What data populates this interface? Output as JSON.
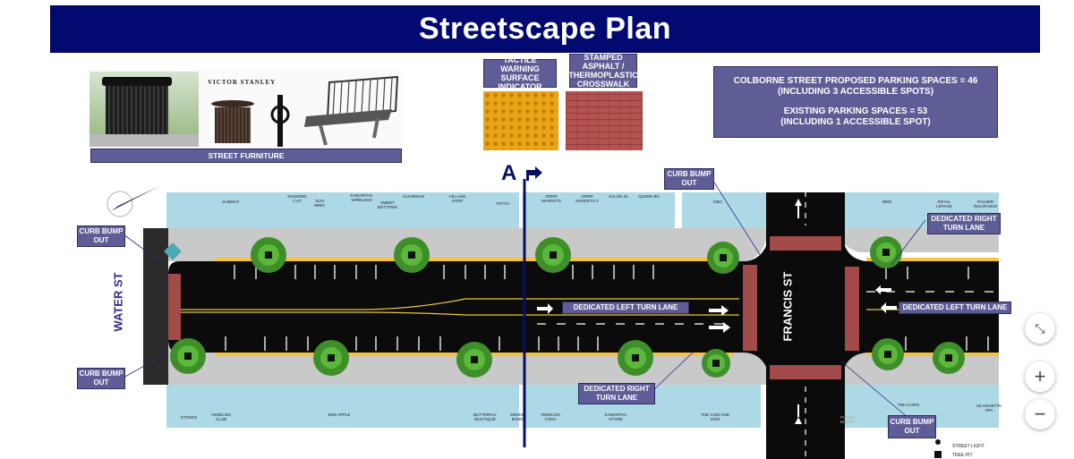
{
  "title": "Streetscape Plan",
  "furniture": {
    "brand": "VICTOR STANLEY",
    "caption": "STREET FURNITURE"
  },
  "tactile_label": "TACTILE WARNING SURFACE INDICATOR",
  "crosswalk_label": "STAMPED ASPHALT / THERMOPLASTIC CROSSWALK",
  "parking": {
    "proposed": "COLBORNE STREET PROPOSED PARKING SPACES = 46",
    "proposed_note": "(INCLUDING 3 ACCESSIBLE SPOTS)",
    "existing": "EXISTING PARKING SPACES = 53",
    "existing_note": "(INCLUDING 1 ACCESSIBLE SPOT)"
  },
  "section_marker": "A",
  "streets": {
    "water": "WATER ST",
    "francis": "FRANCIS ST"
  },
  "labels": {
    "curb_left_top": "CURB BUMP OUT",
    "curb_left_bottom": "CURB BUMP OUT",
    "curb_center_top": "CURB BUMP OUT",
    "curb_right_bottom": "CURB BUMP OUT",
    "left_turn_1": "DEDICATED LEFT TURN LANE",
    "left_turn_2": "DEDICATED LEFT TURN LANE",
    "right_turn_1": "DEDICATED RIGHT TURN LANE",
    "right_turn_2": "DEDICATED RIGHT TURN LANE"
  },
  "shops_top": [
    {
      "name": "SUBWAY"
    },
    {
      "name": "DIAMOND CUT"
    },
    {
      "name": "SUN MING"
    },
    {
      "name": "KAWARTHA WIRELESS"
    },
    {
      "name": "SWEET BOTTOMS"
    },
    {
      "name": "GUARDIAN"
    },
    {
      "name": "VILLAGE SHOP"
    },
    {
      "name": "FETCH"
    },
    {
      "name": "GRRR MARKETS"
    },
    {
      "name": "GRRR MARKETS 2"
    },
    {
      "name": "SALON 31"
    },
    {
      "name": "QUEEN BV"
    },
    {
      "name": "CIBC"
    },
    {
      "name": "BMO"
    },
    {
      "name": "ROYAL LEPAGE"
    },
    {
      "name": "PALMER INSURANCE"
    }
  ],
  "shops_bottom": [
    {
      "name": "STOKES"
    },
    {
      "name": "FENELON CLUB"
    },
    {
      "name": "RED APPLE"
    },
    {
      "name": "BUTTERFLY BOUTIQUE"
    },
    {
      "name": "SMOKE BONE"
    },
    {
      "name": "FENELON CONV"
    },
    {
      "name": "KAWARTHA STORE"
    },
    {
      "name": "THE COW AND SOW"
    },
    {
      "name": "PHONE BOOTH"
    },
    {
      "name": "TIM+CHRIS"
    },
    {
      "name": "SILHOUETTE SPA"
    }
  ],
  "legend": {
    "street_light": "STREET LIGHT",
    "tree_pit": "TREE PIT"
  },
  "controls": {
    "fit_icon": "⤡",
    "zoom_in": "+",
    "zoom_out": "−"
  }
}
